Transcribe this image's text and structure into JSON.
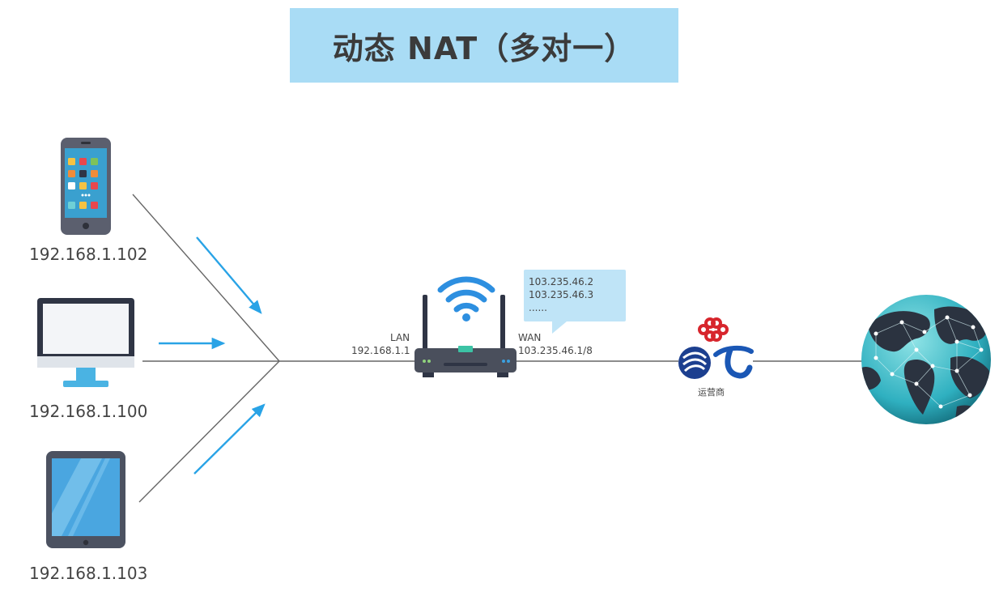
{
  "title": "动态 NAT（多对一）",
  "devices": {
    "phone": {
      "ip": "192.168.1.102"
    },
    "desktop": {
      "ip": "192.168.1.100"
    },
    "tablet": {
      "ip": "192.168.1.103"
    }
  },
  "router": {
    "lan_label": "LAN",
    "lan_ip": "192.168.1.1",
    "wan_label": "WAN",
    "wan_ip": "103.235.46.1/8",
    "address_pool": [
      "103.235.46.2",
      "103.235.46.3",
      "......"
    ]
  },
  "isp": {
    "label": "运营商"
  },
  "colors": {
    "banner": "#a9dcf5",
    "arrow": "#29a3e6",
    "line": "#555555",
    "callout": "#bfe4f7"
  },
  "icons": [
    "phone-icon",
    "desktop-icon",
    "tablet-icon",
    "router-icon",
    "wifi-icon",
    "china-unicom-icon",
    "china-mobile-icon",
    "china-telecom-icon",
    "globe-icon"
  ]
}
